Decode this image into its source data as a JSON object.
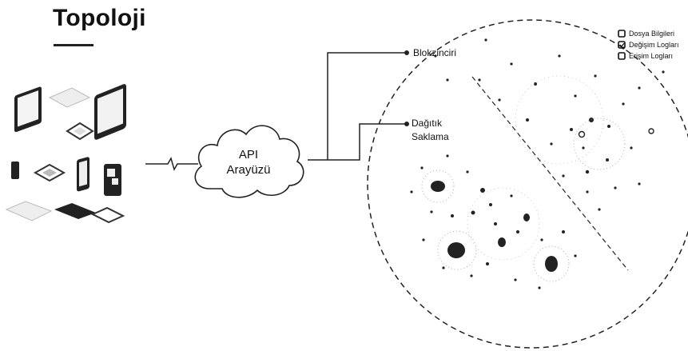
{
  "title": "Topoloji",
  "api_label": {
    "line1": "API",
    "line2": "Arayüzü"
  },
  "blockchain_label": "Blokzinciri",
  "storage_label": {
    "line1": "Dağıtık",
    "line2": "Saklama"
  },
  "legend": [
    {
      "label": "Dosya Bilgileri",
      "icon": "file-info-icon"
    },
    {
      "label": "Değişim Logları",
      "icon": "change-log-icon"
    },
    {
      "label": "Erişim Logları",
      "icon": "access-log-icon"
    }
  ]
}
